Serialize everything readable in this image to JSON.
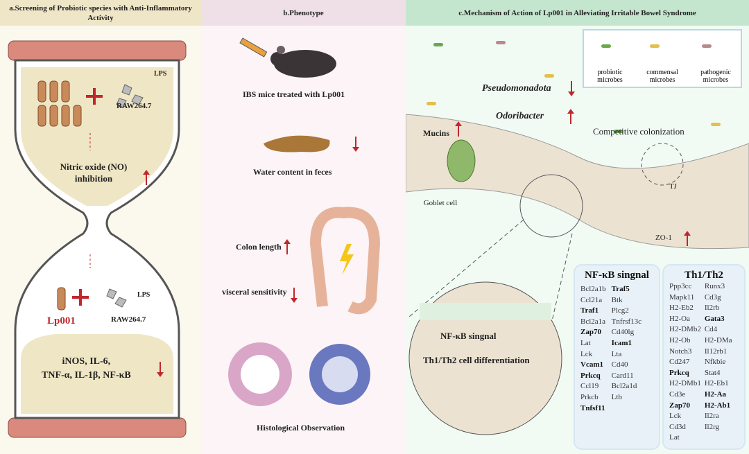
{
  "panels": {
    "a": {
      "title": "a.Screening of Probiotic species with Anti-Inflammatory Activity",
      "color": "#efe6c8",
      "lps1": "LPS",
      "raw1": "RAW264.7",
      "no_text": "Nitric oxide (NO) inhibition",
      "lp001": "Lp001",
      "lps2": "LPS",
      "raw2": "RAW264.7",
      "markers": "iNOS,  IL-6,\nTNF-α,  IL-1β,  NF-κB"
    },
    "b": {
      "title": "b.Phenotype",
      "color": "#efdfe6",
      "mice": "IBS mice treated with Lp001",
      "water": "Water content in feces",
      "colon": "Colon length",
      "visceral": "visceral sensitivity",
      "histo": "Histological Observation"
    },
    "c": {
      "title": "c.Mechanism of Action of Lp001 in Alleviating Irritable Bowel Syndrome",
      "color": "#c4e6cf",
      "legend": [
        "probiotic microbes",
        "commensal microbes",
        "pathogenic microbes"
      ],
      "pseudo": "Pseudomonadota",
      "odori": "Odoribacter",
      "mucins": "Mucins",
      "goblet": "Goblet cell",
      "competitive": "Competitive colonization",
      "tj": "TJ",
      "zo1": "ZO-1",
      "zoom_nfkb": "NF-κB singnal",
      "zoom_th": "Th1/Th2 cell differentiation",
      "nfkb_title": "NF-κB singnal",
      "nfkb_col1": [
        [
          "Bcl2a1b",
          0
        ],
        [
          "Ccl21a",
          0
        ],
        [
          "Traf1",
          1
        ],
        [
          "Bcl2a1a",
          0
        ],
        [
          "Zap70",
          1
        ],
        [
          "Lat",
          0
        ],
        [
          "Lck",
          0
        ],
        [
          "Vcam1",
          1
        ],
        [
          "Prkcq",
          1
        ],
        [
          "Ccl19",
          0
        ],
        [
          "Prkcb",
          0
        ],
        [
          "Tnfsf11",
          1
        ]
      ],
      "nfkb_col2": [
        [
          "Traf5",
          1
        ],
        [
          "Btk",
          0
        ],
        [
          "Plcg2",
          0
        ],
        [
          "Tnfrsf13c",
          0
        ],
        [
          "Cd40lg",
          0
        ],
        [
          "Icam1",
          1
        ],
        [
          "Lta",
          0
        ],
        [
          "Cd40",
          0
        ],
        [
          "Card11",
          0
        ],
        [
          "Bcl2a1d",
          0
        ],
        [
          "Ltb",
          0
        ]
      ],
      "th_title": "Th1/Th2",
      "th_col1": [
        [
          "Ppp3cc",
          0
        ],
        [
          "Mapk11",
          0
        ],
        [
          "H2-Eb2",
          0
        ],
        [
          "H2-Oa",
          0
        ],
        [
          "H2-DMb2",
          0
        ],
        [
          "H2-Ob",
          0
        ],
        [
          "Notch3",
          0
        ],
        [
          "Cd247",
          0
        ],
        [
          "Prkcq",
          1
        ],
        [
          "H2-DMb1",
          0
        ],
        [
          "Cd3e",
          0
        ],
        [
          "Zap70",
          1
        ],
        [
          "Lck",
          0
        ],
        [
          "Cd3d",
          0
        ],
        [
          "Lat",
          0
        ]
      ],
      "th_col2": [
        [
          "Runx3",
          0
        ],
        [
          "Cd3g",
          0
        ],
        [
          "Il2rb",
          0
        ],
        [
          "Gata3",
          1
        ],
        [
          "Cd4",
          0
        ],
        [
          "H2-DMa",
          0
        ],
        [
          "Il12rb1",
          0
        ],
        [
          "Nfkbie",
          0
        ],
        [
          "Stat4",
          0
        ],
        [
          "H2-Eb1",
          0
        ],
        [
          "H2-Aa",
          1
        ],
        [
          "H2-Ab1",
          1
        ],
        [
          "Il2ra",
          0
        ],
        [
          "Il2rg",
          0
        ]
      ]
    }
  },
  "colors": {
    "arrow": "#c0272d",
    "probiotic": "#6aa84f",
    "commensal": "#e3c04a",
    "pathogenic": "#b88a8a"
  }
}
